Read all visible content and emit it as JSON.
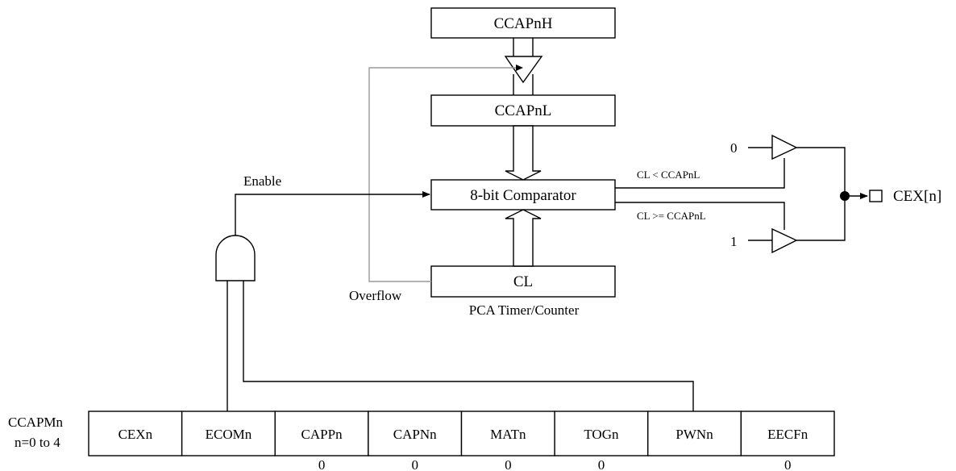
{
  "blocks": {
    "ccapnh": "CCAPnH",
    "ccapnl": "CCAPnL",
    "comparator": "8-bit Comparator",
    "cl": "CL"
  },
  "labels": {
    "enable": "Enable",
    "overflow": "Overflow",
    "pca_timer": "PCA Timer/Counter",
    "cl_less": "CL < CCAPnL",
    "cl_greater_equal": "CL >= CCAPnL",
    "mux_input_0": "0",
    "mux_input_1": "1",
    "output": "CEX[n]"
  },
  "register": {
    "name": "CCAPMn",
    "range": "n=0 to 4",
    "bits": [
      {
        "name": "CEXn",
        "value": ""
      },
      {
        "name": "ECOMn",
        "value": ""
      },
      {
        "name": "CAPPn",
        "value": "0"
      },
      {
        "name": "CAPNn",
        "value": "0"
      },
      {
        "name": "MATn",
        "value": "0"
      },
      {
        "name": "TOGn",
        "value": "0"
      },
      {
        "name": "PWNn",
        "value": ""
      },
      {
        "name": "EECFn",
        "value": "0"
      }
    ]
  }
}
